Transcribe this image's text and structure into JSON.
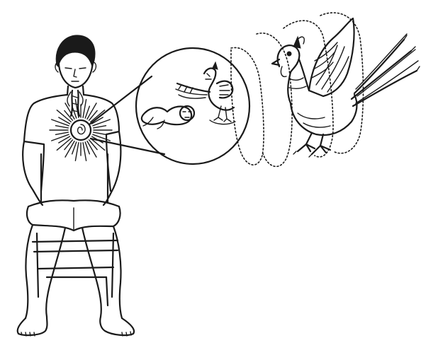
{
  "illustration": {
    "subjects": [
      "seated-meditating-man",
      "chest-radiance",
      "magnified-circle",
      "infant",
      "small-phoenix",
      "large-phoenix",
      "dotted-loops"
    ],
    "ink_color": "#1a1a1a",
    "background": "#ffffff"
  }
}
